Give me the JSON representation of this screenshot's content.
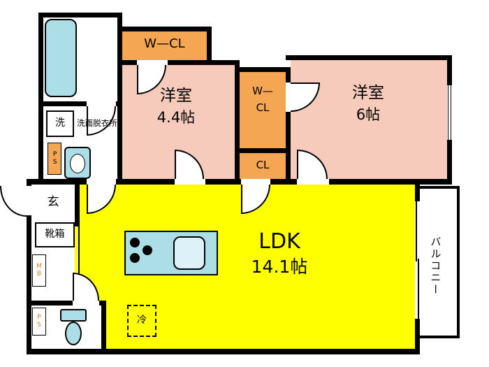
{
  "rooms": {
    "wcl_top": {
      "label": "W—CL"
    },
    "bedroom_a": {
      "name": "洋室",
      "size": "4.4帖"
    },
    "wcl_mid": {
      "line1": "W—",
      "line2": "CL"
    },
    "closet": {
      "label": "CL"
    },
    "bedroom_b": {
      "name": "洋室",
      "size": "6帖"
    },
    "ldk": {
      "name": "LDK",
      "size": "14.1帖"
    },
    "balcony": {
      "label": "バルコニー"
    },
    "entrance": {
      "label": "玄"
    },
    "shoe_cabinet": {
      "label": "靴箱"
    },
    "laundry": {
      "label": "洗"
    },
    "washroom": {
      "label": "洗面脱衣所"
    },
    "refrigerator": {
      "label": "冷"
    },
    "pipe_space_top": {
      "label": "PS"
    },
    "meter_box": {
      "label": "MB"
    },
    "pipe_space_bottom": {
      "label": "PS"
    }
  },
  "colors": {
    "ldk": "#FFFF00",
    "bedroom": "#F6CBBB",
    "closet": "#F5A653",
    "fixture": "#ACDEE8",
    "wall": "#000000"
  }
}
